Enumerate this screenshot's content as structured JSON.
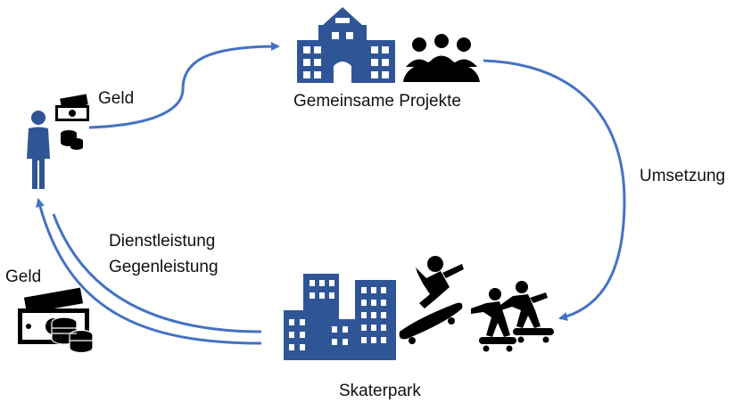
{
  "labels": {
    "geld_top": "Geld",
    "gemeinsame_projekte": "Gemeinsame Projekte",
    "umsetzung": "Umsetzung",
    "dienstleistung": "Dienstleistung",
    "gegenleistung": "Gegenleistung",
    "geld_bottom": "Geld",
    "skaterpark": "Skaterpark"
  },
  "colors": {
    "arrow": "#4472C4",
    "building": "#2F5597",
    "icon_black": "#000000"
  },
  "icons": [
    "person-icon",
    "banknote-icon",
    "coins-icon",
    "school-building-icon",
    "meeting-group-icon",
    "city-buildings-icon",
    "skater-icon",
    "skateboarding-kids-icon"
  ]
}
